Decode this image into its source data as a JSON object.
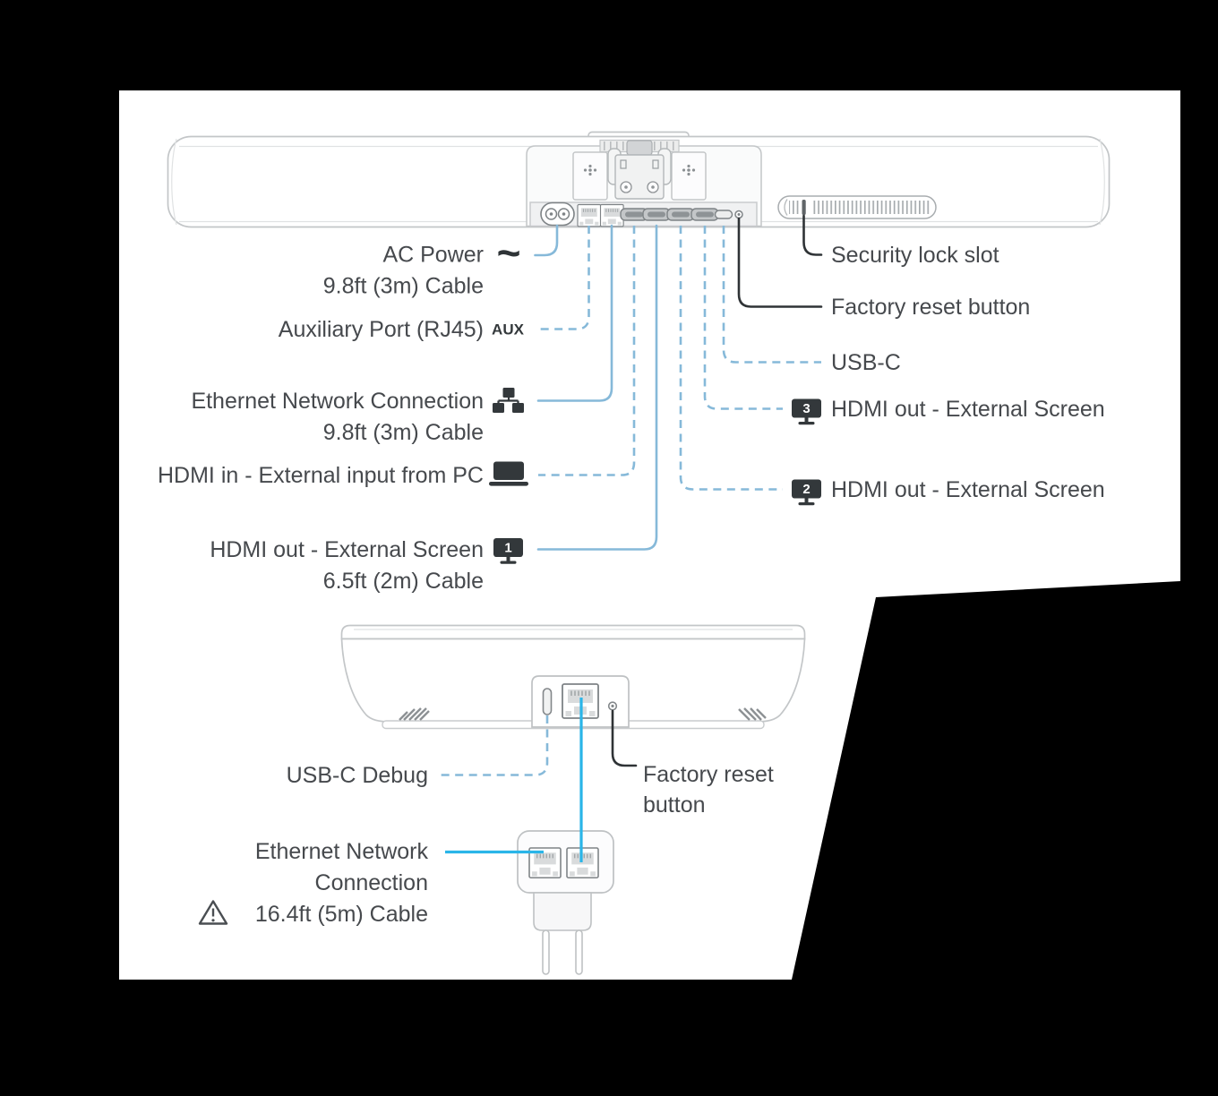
{
  "colors": {
    "background": "#000000",
    "panel": "#ffffff",
    "text": "#46494d",
    "leader_blue": "#86b9d9",
    "leader_cyan": "#2ab5e8",
    "leader_dark": "#2f3336",
    "icon_dark": "#33383b",
    "device_outline": "#c3c6c8"
  },
  "top_device": {
    "left_labels": [
      {
        "id": "ac-power",
        "icon_glyph": "~",
        "lines": [
          "AC Power",
          "9.8ft (3m) Cable"
        ]
      },
      {
        "id": "aux-port",
        "icon_glyph": "AUX",
        "lines": [
          "Auxiliary Port (RJ45)"
        ]
      },
      {
        "id": "ethernet",
        "lines": [
          "Ethernet Network Connection",
          "9.8ft (3m) Cable"
        ]
      },
      {
        "id": "hdmi-in",
        "lines": [
          "HDMI in - External input from PC"
        ]
      },
      {
        "id": "hdmi-out-1",
        "badge": "1",
        "lines": [
          "HDMI out - External Screen",
          "6.5ft (2m) Cable"
        ]
      }
    ],
    "right_labels": [
      {
        "id": "security-lock",
        "text": "Security lock slot"
      },
      {
        "id": "factory-reset",
        "text": "Factory reset button"
      },
      {
        "id": "usb-c",
        "text": "USB-C"
      },
      {
        "id": "hdmi-out-3",
        "badge": "3",
        "text": "HDMI out - External Screen"
      },
      {
        "id": "hdmi-out-2",
        "badge": "2",
        "text": "HDMI out - External Screen"
      }
    ]
  },
  "bottom_device": {
    "labels": [
      {
        "id": "usb-c-debug",
        "text": "USB-C Debug"
      },
      {
        "id": "factory-reset",
        "lines": [
          "Factory reset",
          "button"
        ]
      },
      {
        "id": "ethernet",
        "warning": true,
        "lines": [
          "Ethernet Network",
          "Connection",
          "16.4ft (5m) Cable"
        ]
      }
    ]
  }
}
